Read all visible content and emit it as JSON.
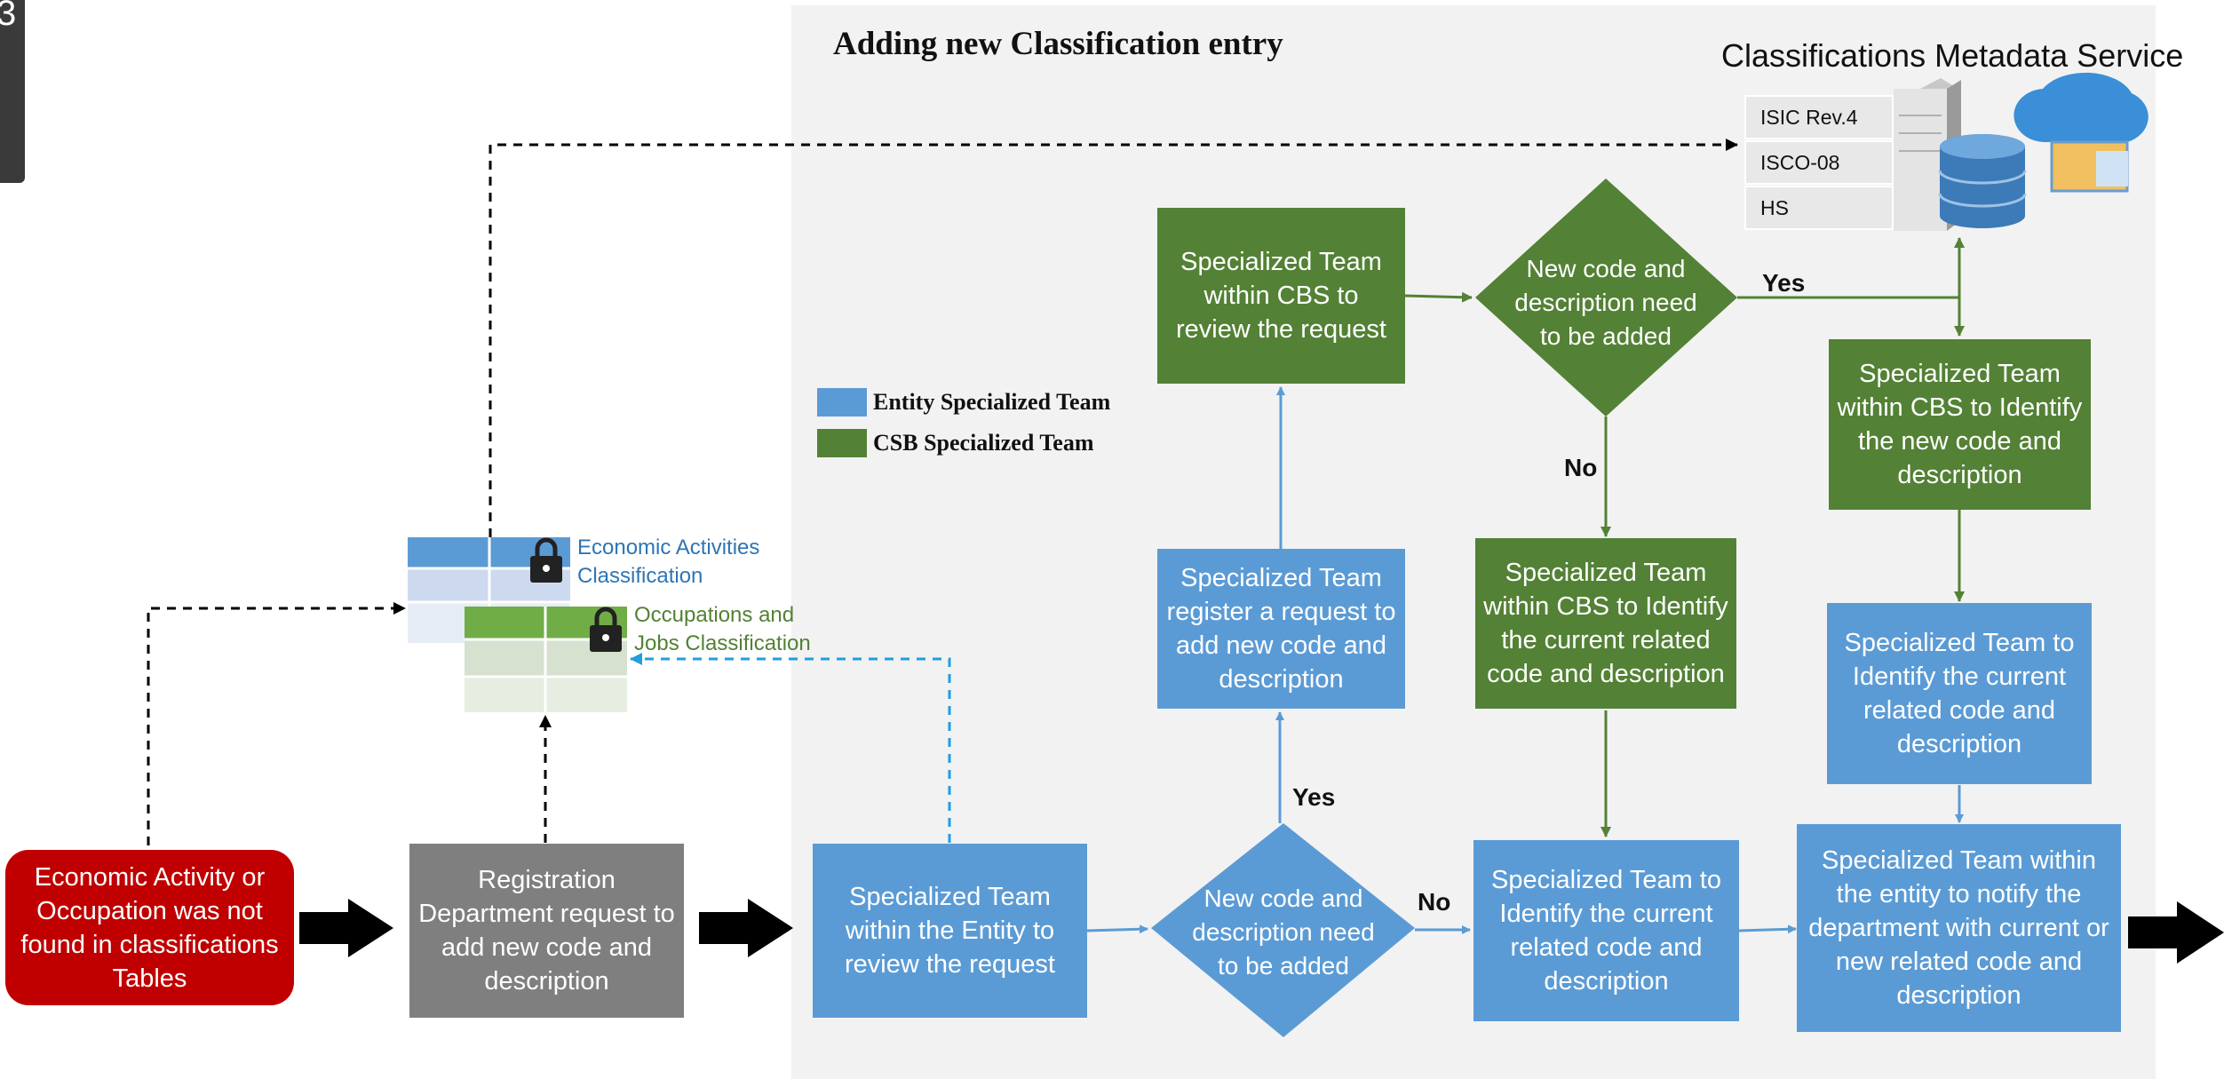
{
  "slide": {
    "tab_number": "3",
    "heading": "Adding new Classification entry"
  },
  "legend": {
    "entity": "Entity Specialized Team",
    "csb": "CSB Specialized Team"
  },
  "service": {
    "title": "Classifications Metadata Service",
    "items": [
      "ISIC Rev.4",
      "ISCO-08",
      "HS"
    ]
  },
  "classification_tables": {
    "economic": "Economic Activities Classification",
    "occupations": "Occupations and Jobs Classification"
  },
  "nodes": {
    "not_found": "Economic Activity or Occupation was not found in classifications Tables",
    "registration": "Registration Department request to add new code and description",
    "entity_review": "Specialized Team within the Entity to review the request",
    "decision_entity": "New code and description need to be added",
    "register_request": "Specialized Team register a request to add new code and description",
    "cbs_review": "Specialized Team within CBS to review the request",
    "decision_cbs": "New code and description need to be added",
    "cbs_identify_current": "Specialized Team within CBS to Identify the current related code and description",
    "cbs_identify_new": "Specialized Team within CBS to Identify the new code and description",
    "team_identify_current_1": "Specialized Team to Identify the current related code and description",
    "team_identify_current_2": "Specialized Team to Identify the current related code and description",
    "notify": "Specialized Team within the entity to notify the department with current or new related code and description"
  },
  "edge_labels": {
    "yes_entity": "Yes",
    "no_entity": "No",
    "yes_cbs": "Yes",
    "no_cbs": "No"
  },
  "colors": {
    "entity_team": "#5b9bd5",
    "csb_team": "#538135",
    "alert": "#c00000",
    "department": "#7f7f7f",
    "panel": "#f2f2f2"
  }
}
